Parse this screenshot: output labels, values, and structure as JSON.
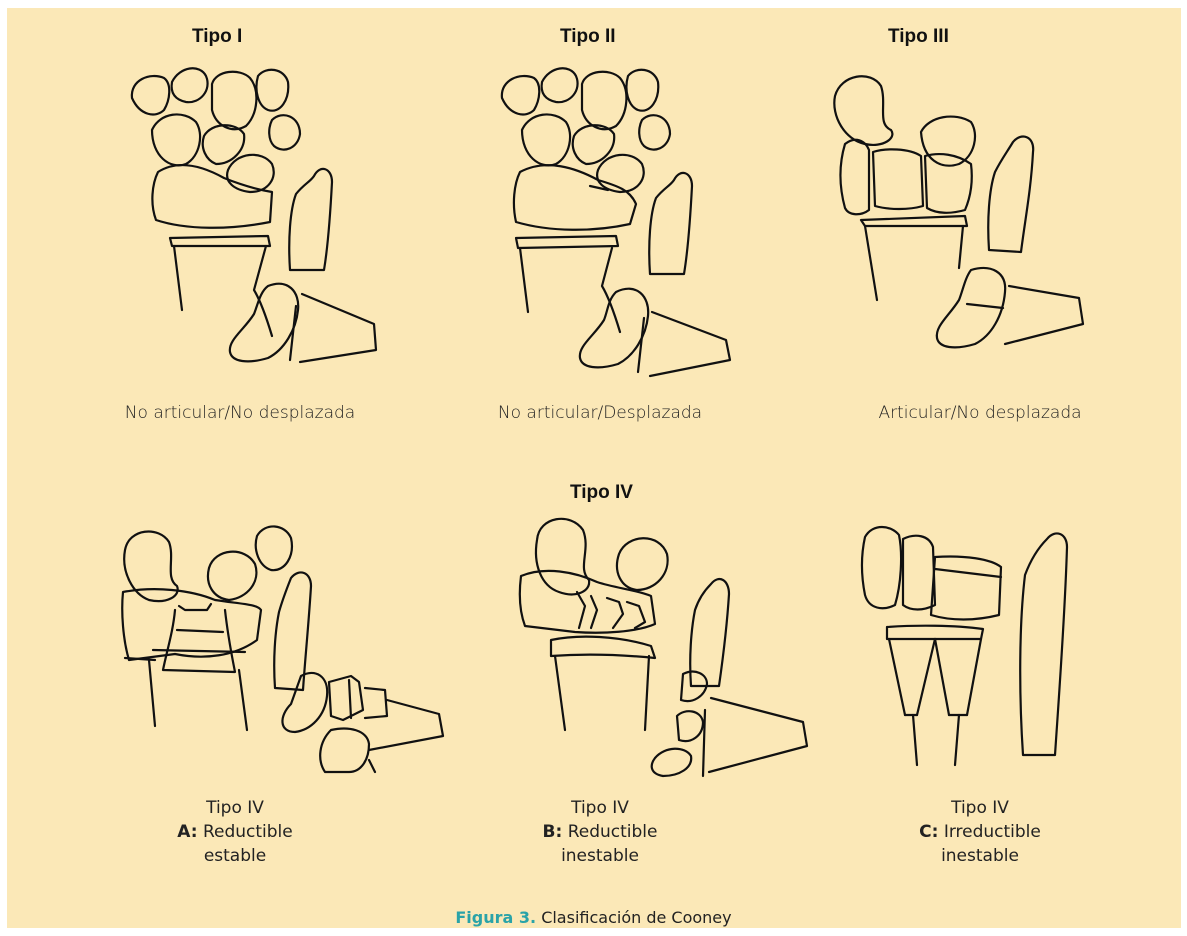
{
  "figure": {
    "label": "Figura 3.",
    "title": "Clasificación de Cooney",
    "label_color": "#2aa3a8",
    "background": "#fbe8b7"
  },
  "top_row": [
    {
      "heading": "Tipo I",
      "caption": "No articular/No desplazada"
    },
    {
      "heading": "Tipo II",
      "caption": "No articular/Desplazada"
    },
    {
      "heading": "Tipo III",
      "caption": "Articular/No desplazada"
    }
  ],
  "bottom_row": {
    "heading": "Tipo IV",
    "items": [
      {
        "type": "Tipo IV",
        "letter": "A:",
        "line1": "Reductible",
        "line2": "estable"
      },
      {
        "type": "Tipo IV",
        "letter": "B:",
        "line1": "Reductible",
        "line2": "inestable"
      },
      {
        "type": "Tipo IV",
        "letter": "C:",
        "line1": "Irreductible",
        "line2": "inestable"
      }
    ]
  }
}
